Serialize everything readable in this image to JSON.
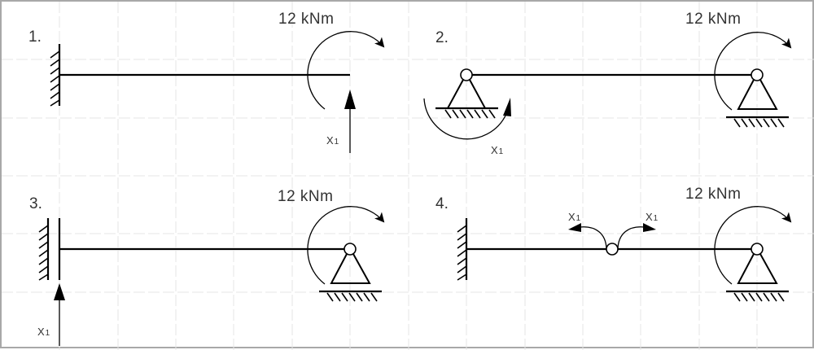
{
  "figure": {
    "description": "Four beam structural schemes with a 12 kNm applied moment and unknown redundant X1",
    "grid_color": "#e4e4e4",
    "border_color": "#a8a8a8",
    "line_color": "#000000",
    "text_color": "#333333"
  },
  "panels": [
    {
      "number": "1.",
      "moment_label": "12 kNm",
      "redundant_label": "X",
      "redundant_sub": "1",
      "left_support": "fixed-wall",
      "right_support": "free-end",
      "redundant_type": "vertical-force-up-at-right-end"
    },
    {
      "number": "2.",
      "moment_label": "12 kNm",
      "redundant_label": "X",
      "redundant_sub": "1",
      "left_support": "pin",
      "right_support": "pin",
      "redundant_type": "moment-at-left-pin"
    },
    {
      "number": "3.",
      "moment_label": "12 kNm",
      "redundant_label": "X",
      "redundant_sub": "1",
      "left_support": "sliding-clamp",
      "right_support": "pin",
      "redundant_type": "vertical-force-up-at-left-end"
    },
    {
      "number": "4.",
      "moment_label": "12 kNm",
      "redundant_label_left": "X",
      "redundant_sub_left": "1",
      "redundant_label_right": "X",
      "redundant_sub_right": "1",
      "left_support": "fixed-wall",
      "right_support": "pin",
      "redundant_type": "pair-of-moments-at-internal-hinge"
    }
  ]
}
